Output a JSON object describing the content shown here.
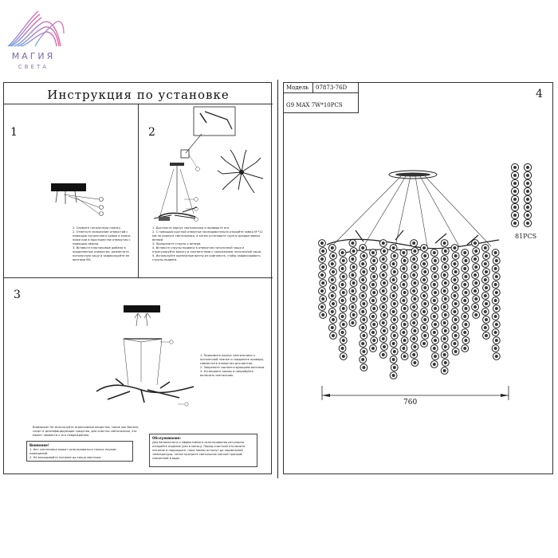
{
  "brand": {
    "name": "МАГИЯ",
    "tagline": "СВЕТА"
  },
  "instructions": {
    "title": "Инструкция по установке",
    "steps": [
      {
        "number": "1",
        "text": "1. Снимите потолочную планку.\n2. Отметьте положение отверстий с помощью потолочного крюка в ключе ниже или в пространстве отверстия с помощью сверла.\n3. Вставьте пластиковые дюбели в проделанные отверстия, разместите потолочную чашу и зафиксируйте ее винтами М4."
      },
      {
        "number": "2",
        "text": "1. Достаньте корпус светильника и проверьте его.\n2. С помощью круглой отвертки последовательно откройте замки М·*12 мм на корпусе светильника, а затем установите группу декоративных ветвей.\n3. Прикрепите струны к ветвям.\n4. Вставьте струны подвеса в отверстия потолочной чаши и отрегулируйте высоту в соответствии с положением потолочной чаши.\n5. Используйте крепежные винты из комплекта, чтобы зафиксировать струны подвеса."
      },
      {
        "number": "3",
        "text": "1. Поднимите корпус светильника к потолочной планке и соедините провода, совместите отверстия для винтов.\n2. Закрепите соответствующими винтами.\n3. Установите лампы и попробуйте включить светильник."
      }
    ],
    "warning_main": "Внимание! Не используйте агрессивные вещества, такие как бензин, спирт и дезинфицирующие средства, для очистки светильника, это может привести к его повреждению.",
    "warning_box": {
      "head": "Внимание!",
      "text": "1. Нет сантехника может использоваться только науком помещений.\n2. Не вкладывайте питание до конца монтажа."
    },
    "service_box": {
      "head": "Обслуживание:",
      "text": "Для безопасного и эффективного использования регулярно очищайте изделие (раз в месяц). Перед очисткой отключите питание и подождите, пока лампы остынут до нормальной температуры, затем протрите светильник мягкой тряпкой, смоченной в воде."
    }
  },
  "spec": {
    "model_label": "Модель",
    "model_value": "07873-76D",
    "lamp": "G9  MAX 7W*10PCS",
    "sheet_number": "4",
    "pcs_label": "81PCS",
    "width_label": "760"
  }
}
